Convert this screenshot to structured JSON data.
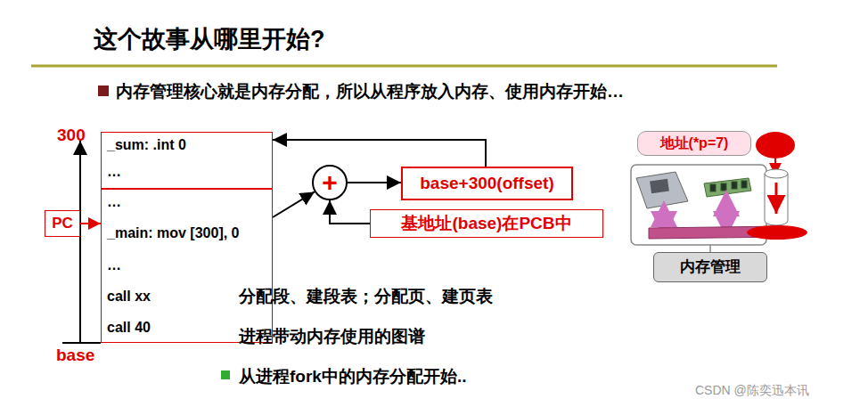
{
  "diagram": {
    "title": "这个故事从哪里开始?",
    "nodes": [
      {
        "text": [
          "_sum: .int 0",
          "…"
        ]
      },
      {
        "text": [
          "…",
          "_main: mov [300], 0",
          "…",
          "call xx",
          "call 40"
        ]
      },
      {
        "text": [
          "PC"
        ]
      },
      {
        "text": [
          "+"
        ]
      },
      {
        "text": [
          "base+300(offset)"
        ]
      },
      {
        "text": [
          "基地址(base)在PCB中"
        ]
      },
      {
        "text": [
          "地址(*p=7)"
        ]
      },
      {
        "text": [
          "内存管理"
        ]
      }
    ],
    "edges": [
      {
        "from": 2,
        "to": 1,
        "arrow": "to"
      },
      {
        "from": 1,
        "to": 3,
        "arrow": "to"
      },
      {
        "from": 3,
        "to": 4,
        "arrow": "to"
      },
      {
        "from": 4,
        "to": 0,
        "arrow": "to"
      },
      {
        "from": 5,
        "to": 3,
        "arrow": "to"
      }
    ],
    "labels": [
      "300",
      "base",
      "内存管理核心就是内存分配，所以从程序放入内存、使用内存开始…",
      "分配段、建段表；分配页、建页表",
      "进程带动内存使用的图谱",
      "从进程fork中的内存分配开始..",
      "CSDN @陈奕迅本讯"
    ]
  }
}
